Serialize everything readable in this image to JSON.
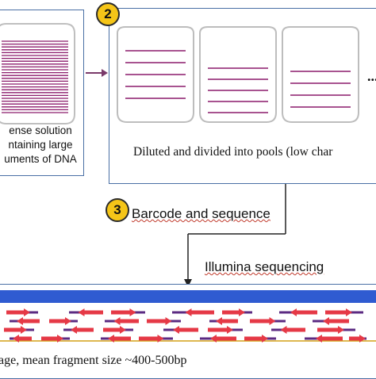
{
  "step1": {
    "caption_lines": [
      "ense solution",
      "ntaining large",
      "uments of DNA"
    ]
  },
  "step2": {
    "badge": "2",
    "caption": "Diluted and divided into pools (low char",
    "ellipsis": "..."
  },
  "step3": {
    "badge": "3",
    "label": "Barcode and sequence"
  },
  "sequencing": {
    "label": "Illumina sequencing"
  },
  "bottom": {
    "caption": "age, mean fragment size ~400-500bp"
  },
  "colors": {
    "border": "#4a6fa5",
    "dna_line": "#8b1a6b",
    "arrow_fill": "#e53946",
    "badge": "#f5c518",
    "reference_bar": "#2f5bd1",
    "fragment_dark": "#5b2a82"
  }
}
